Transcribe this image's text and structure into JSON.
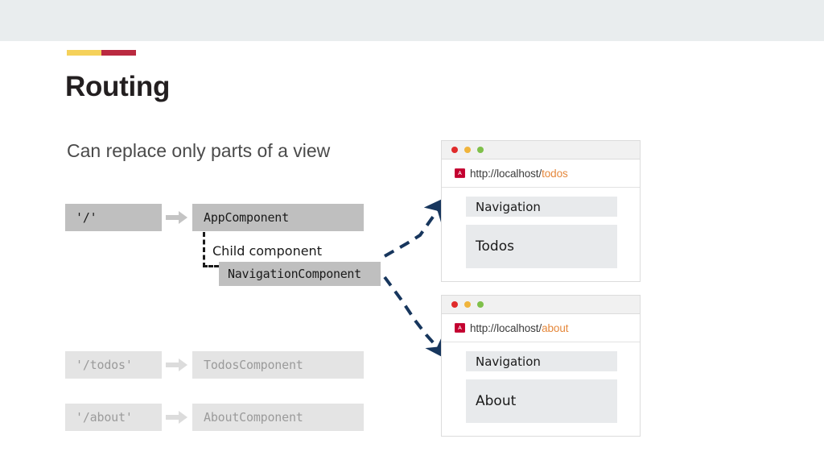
{
  "slide": {
    "title": "Routing",
    "subtitle": "Can replace only parts of a view",
    "accent_yellow": "#f5d15a",
    "accent_red": "#ba2a40",
    "header_band_color": "#e9edee"
  },
  "routes": [
    {
      "path": "'/'",
      "component": "AppComponent",
      "state": "active"
    },
    {
      "path": "'/todos'",
      "component": "TodosComponent",
      "state": "muted"
    },
    {
      "path": "'/about'",
      "component": "AboutComponent",
      "state": "muted"
    }
  ],
  "child": {
    "note": "Child component",
    "component": "NavigationComponent"
  },
  "browsers": [
    {
      "id": "todos",
      "url_base": "http://localhost/",
      "url_route": "todos",
      "dots": [
        "red",
        "yellow",
        "green"
      ],
      "nav_label": "Navigation",
      "view_label": "Todos"
    },
    {
      "id": "about",
      "url_base": "http://localhost/",
      "url_route": "about",
      "dots": [
        "red",
        "yellow",
        "green"
      ],
      "nav_label": "Navigation",
      "view_label": "About"
    }
  ],
  "colors": {
    "chip_active_bg": "#bfbfbf",
    "chip_muted_bg": "#e4e4e4",
    "chip_muted_text": "#9b9b9b",
    "panel_bg": "#e8eaec",
    "route_highlight": "#e5883c",
    "connector": "#17365d",
    "angular_red": "#c3002f"
  }
}
